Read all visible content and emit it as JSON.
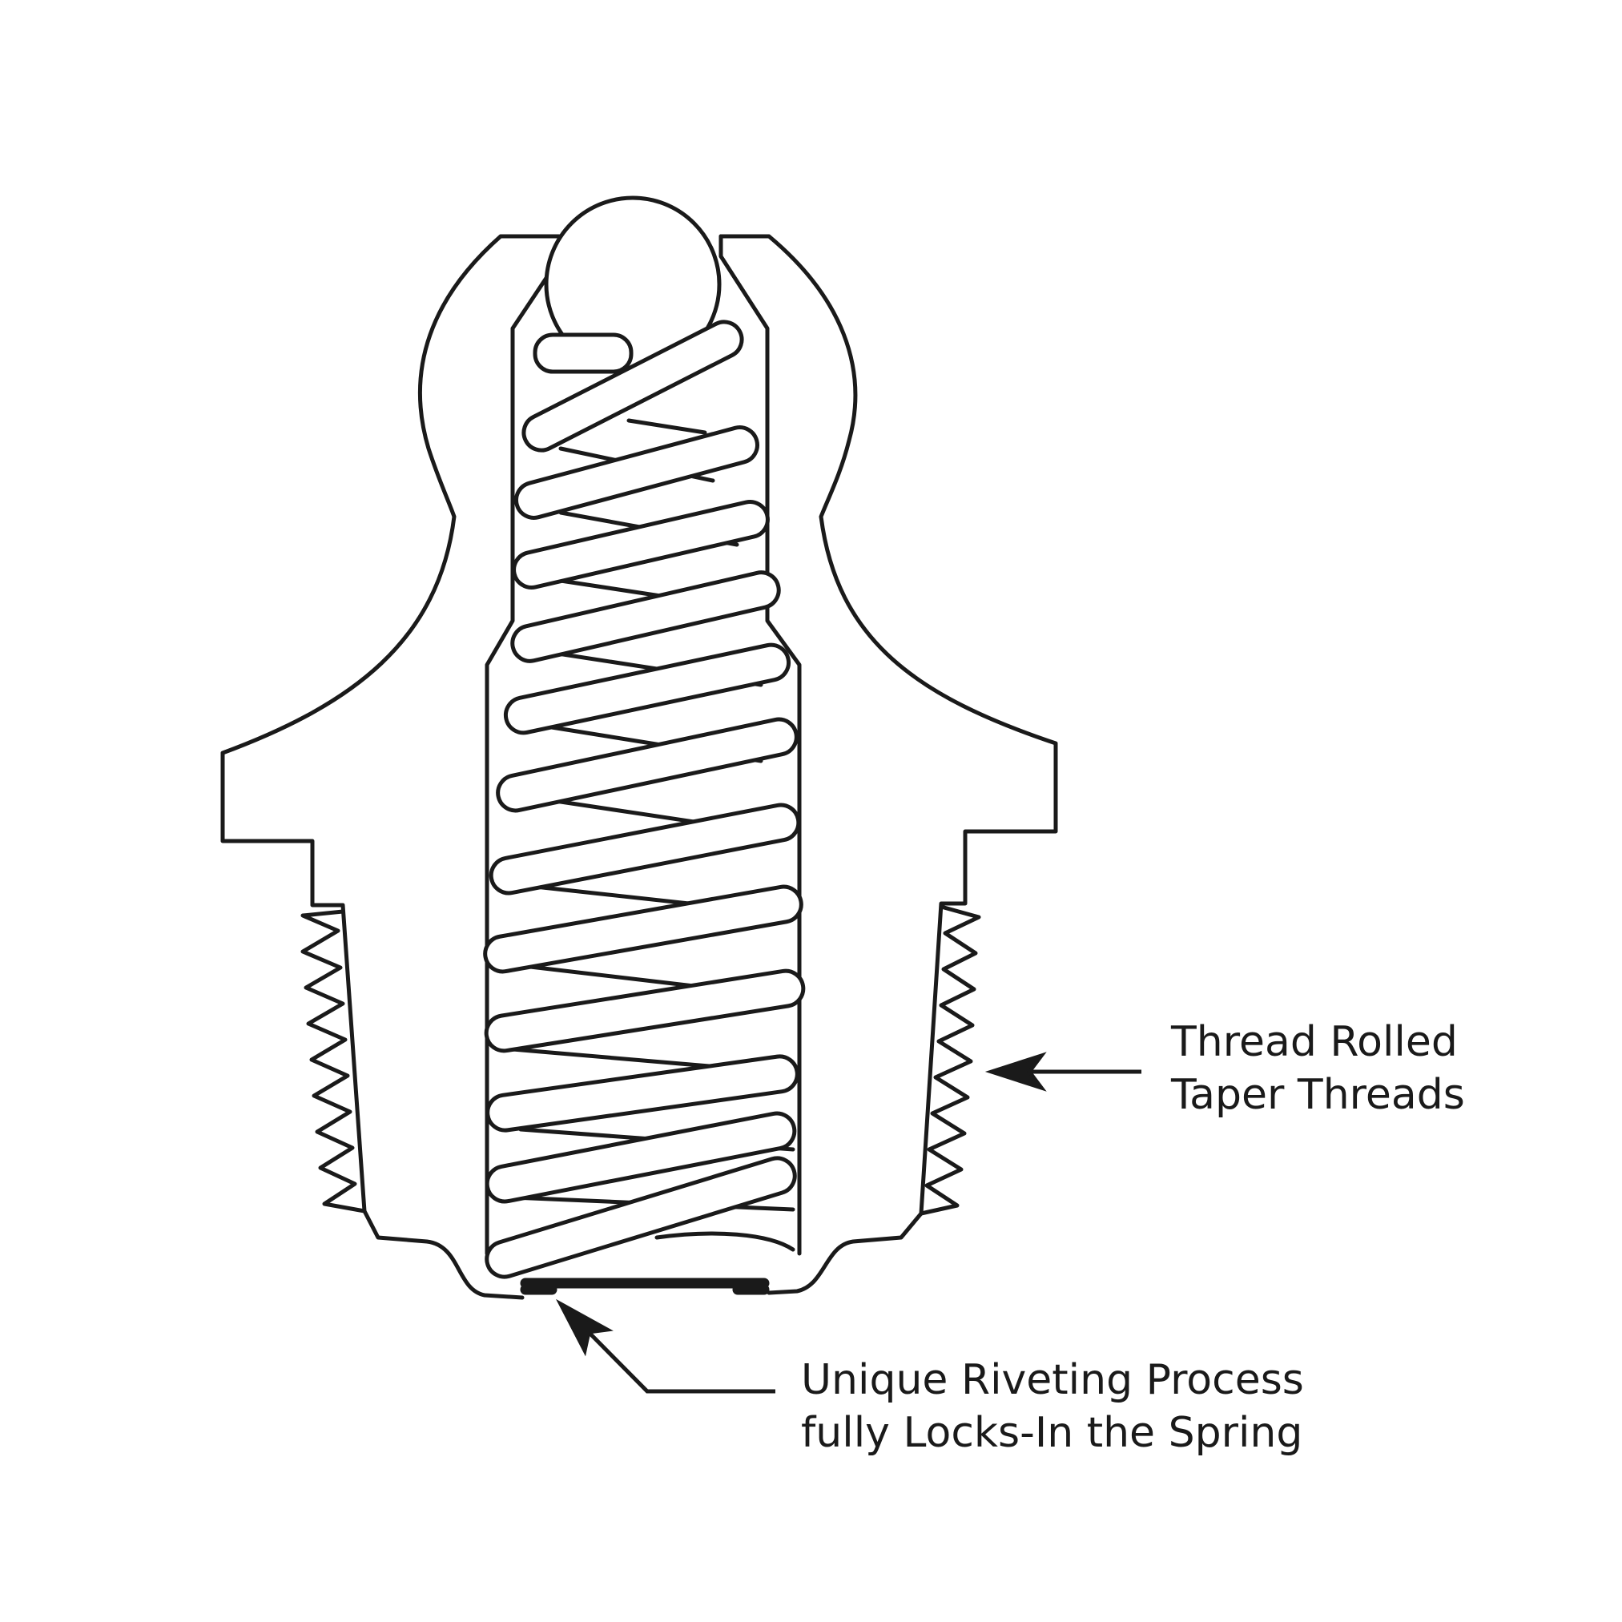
{
  "diagram": {
    "subject": "Spring-loaded ball plunger, cross-section",
    "stroke_color": "#1a1a1a",
    "background_color": "#ffffff",
    "callouts": [
      {
        "id": "threads",
        "lines": [
          "Thread Rolled",
          "Taper Threads"
        ],
        "points_to": "external taper threads"
      },
      {
        "id": "rivet",
        "lines": [
          "Unique Riveting Process",
          "fully Locks-In the Spring"
        ],
        "points_to": "riveted base"
      }
    ]
  }
}
